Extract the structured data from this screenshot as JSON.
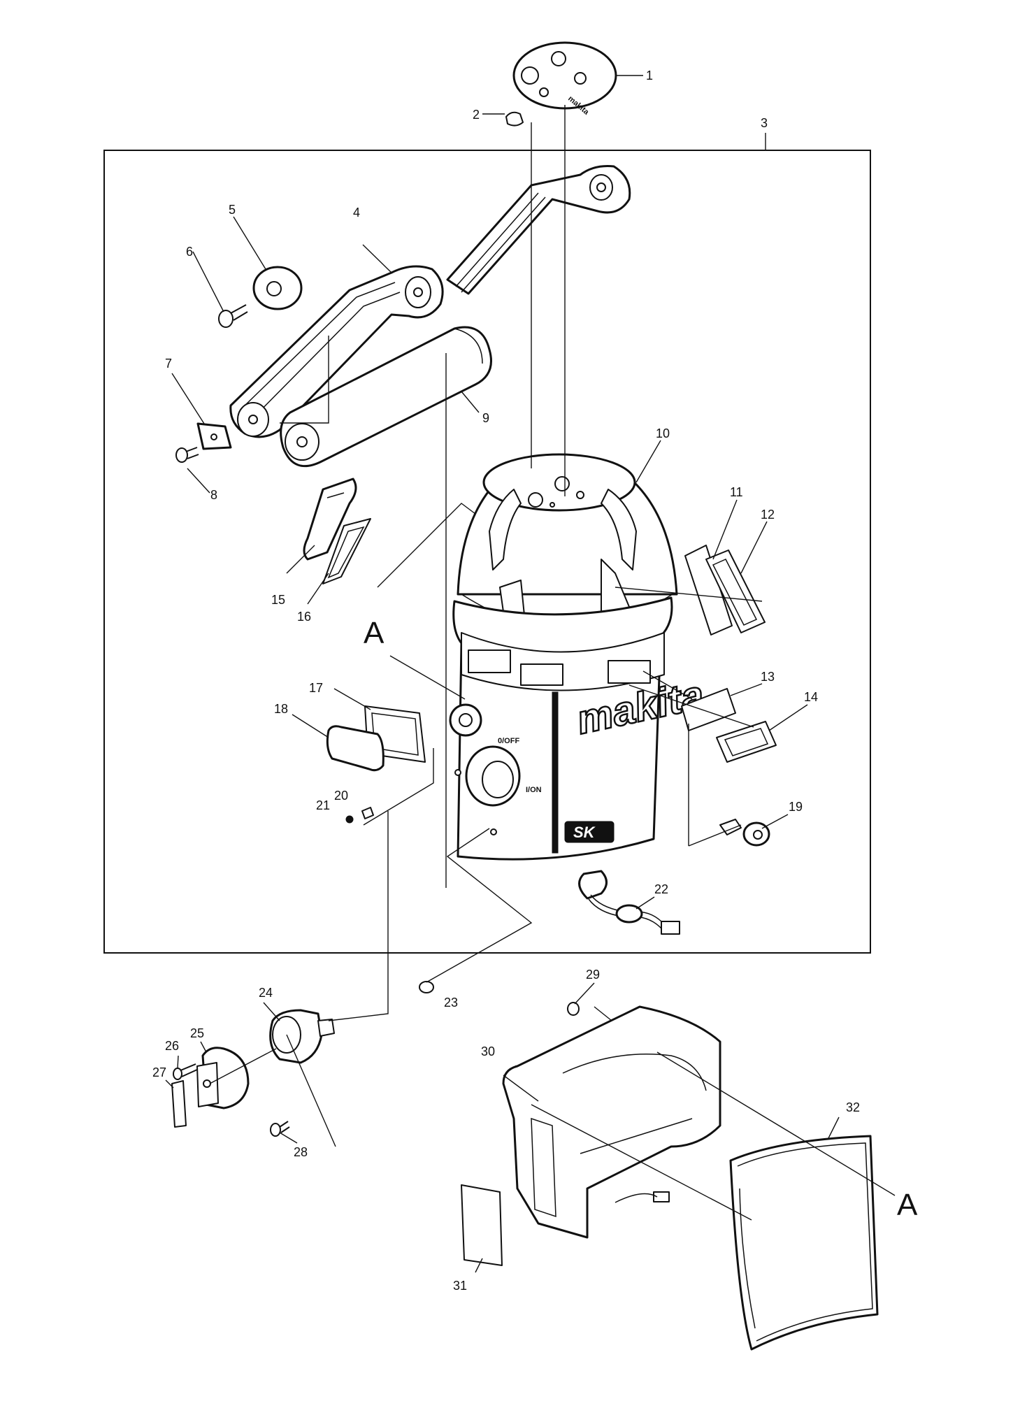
{
  "diagram": {
    "part_numbers": [
      "1",
      "2",
      "3",
      "4",
      "5",
      "6",
      "7",
      "8",
      "9",
      "10",
      "11",
      "12",
      "13",
      "14",
      "15",
      "16",
      "17",
      "18",
      "19",
      "20",
      "21",
      "22",
      "23",
      "24",
      "25",
      "26",
      "27",
      "28",
      "29",
      "30",
      "31",
      "32"
    ],
    "reference_marks": [
      "A",
      "A"
    ],
    "body_markings": {
      "brand": "makita",
      "model": "SK",
      "switch_off": "0/OFF",
      "switch_on": "I/ON"
    }
  }
}
